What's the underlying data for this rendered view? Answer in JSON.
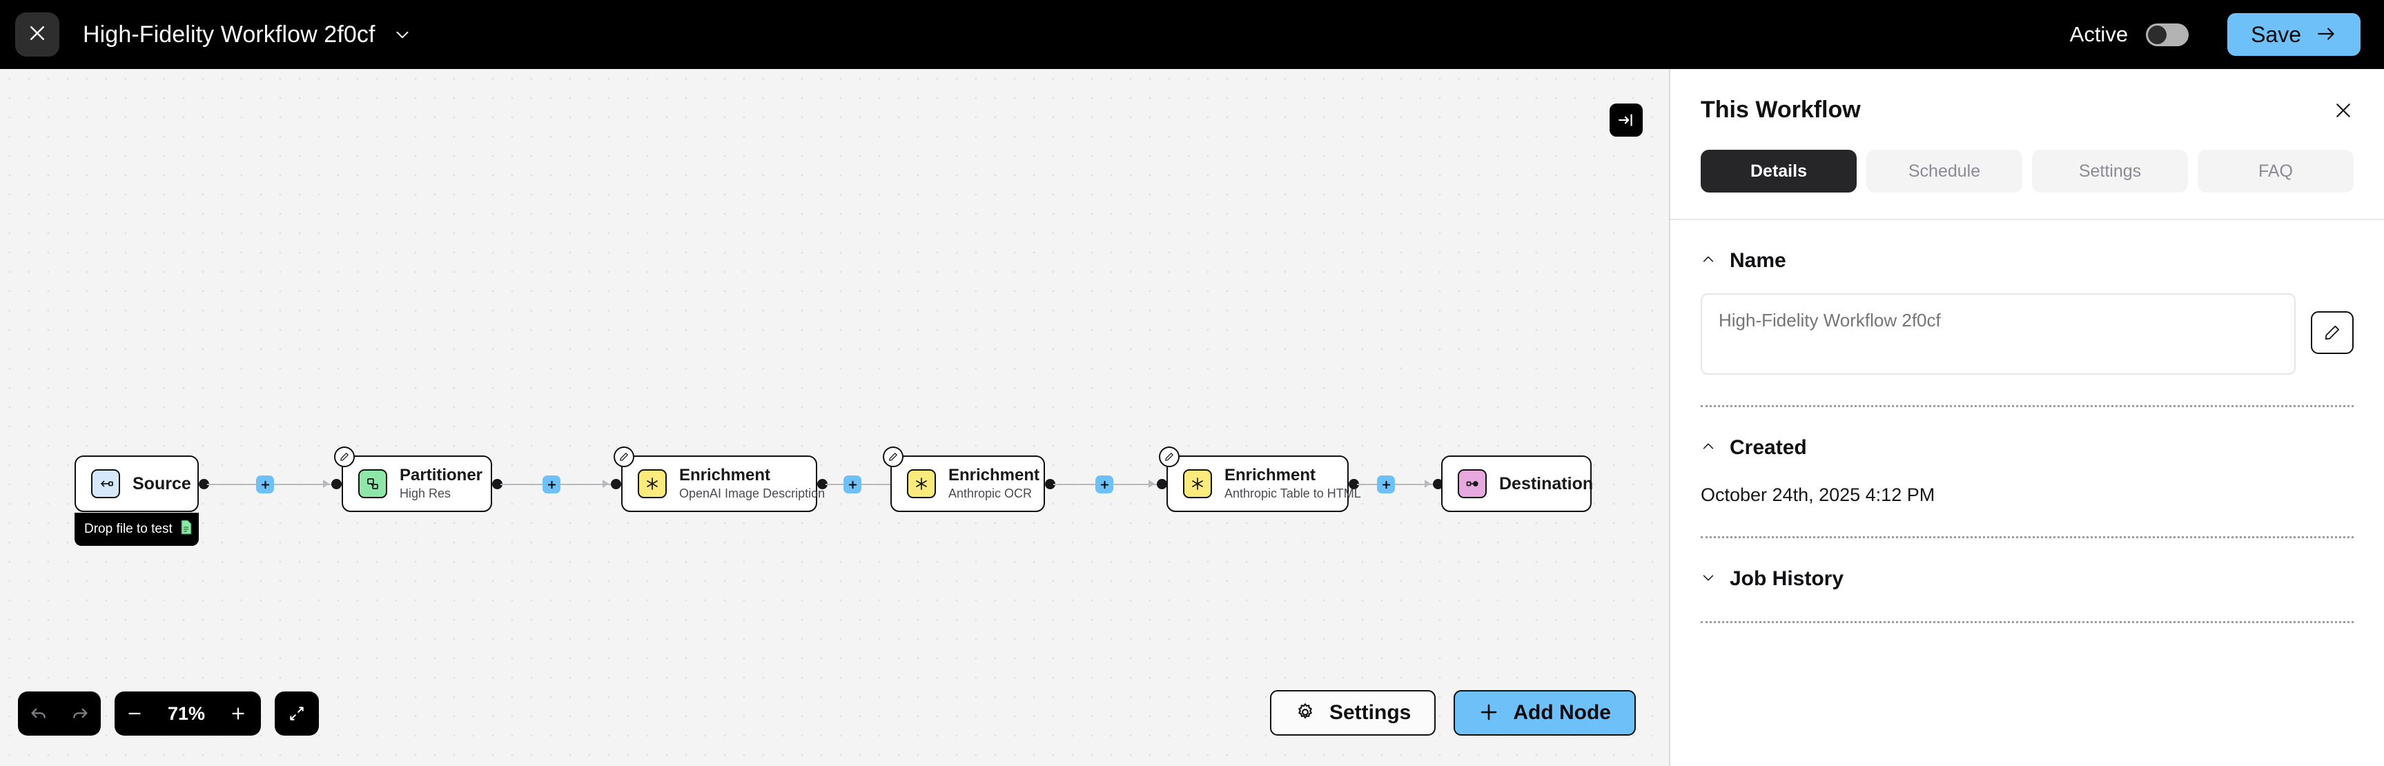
{
  "topbar": {
    "close_icon": "close-icon",
    "workflow_title": "High-Fidelity Workflow 2f0cf",
    "caret_icon": "chevron-down-icon",
    "active_label": "Active",
    "active_state": "off",
    "save_label": "Save",
    "save_icon": "arrow-right-icon",
    "save_color": "#6ec0f8",
    "bg_color": "#000000"
  },
  "canvas": {
    "collapse_icon": "collapse-right-icon",
    "bg_color": "#f4f4f5"
  },
  "flow": {
    "nodes": [
      {
        "title": "Source",
        "subtitle": "",
        "icon": "source-icon",
        "icon_color": "#d6e9fb",
        "editable": false,
        "tooltip": "Drop file to test",
        "tooltip_icon": "file-icon"
      },
      {
        "title": "Partitioner",
        "subtitle": "High Res",
        "icon": "partition-icon",
        "icon_color": "#8fe7a7",
        "editable": true,
        "tooltip": "",
        "tooltip_icon": ""
      },
      {
        "title": "Enrichment",
        "subtitle": "OpenAI Image Description",
        "icon": "enrichment-icon",
        "icon_color": "#fbeb7d",
        "editable": true,
        "tooltip": "",
        "tooltip_icon": ""
      },
      {
        "title": "Enrichment",
        "subtitle": "Anthropic OCR",
        "icon": "enrichment-icon",
        "icon_color": "#fbeb7d",
        "editable": true,
        "tooltip": "",
        "tooltip_icon": ""
      },
      {
        "title": "Enrichment",
        "subtitle": "Anthropic Table to HTML",
        "icon": "enrichment-icon",
        "icon_color": "#fbeb7d",
        "editable": true,
        "tooltip": "",
        "tooltip_icon": ""
      },
      {
        "title": "Destination",
        "subtitle": "",
        "icon": "destination-icon",
        "icon_color": "#e7a8e0",
        "editable": false,
        "tooltip": "",
        "tooltip_icon": ""
      }
    ],
    "edge_add_label": "+"
  },
  "toolbar": {
    "undo_icon": "undo-icon",
    "redo_icon": "redo-icon",
    "zoom_out_icon": "minus-icon",
    "zoom_level": "71%",
    "zoom_in_icon": "plus-icon",
    "fit_icon": "fit-screen-icon",
    "settings_label": "Settings",
    "settings_icon": "gear-icon",
    "add_node_label": "Add Node",
    "add_node_icon": "plus-icon",
    "add_node_color": "#6ec0f8"
  },
  "panel": {
    "title": "This Workflow",
    "close_icon": "close-icon",
    "tabs": [
      {
        "label": "Details",
        "active": true
      },
      {
        "label": "Schedule",
        "active": false
      },
      {
        "label": "Settings",
        "active": false
      },
      {
        "label": "FAQ",
        "active": false
      }
    ],
    "sections": {
      "name": {
        "title": "Name",
        "expanded": true,
        "chevron": "chevron-up-icon",
        "placeholder": "High-Fidelity Workflow 2f0cf",
        "value": "",
        "edit_icon": "pencil-icon"
      },
      "created": {
        "title": "Created",
        "expanded": true,
        "chevron": "chevron-up-icon",
        "value": "October 24th, 2025 4:12 PM"
      },
      "job_history": {
        "title": "Job History",
        "expanded": false,
        "chevron": "chevron-down-icon"
      }
    }
  }
}
